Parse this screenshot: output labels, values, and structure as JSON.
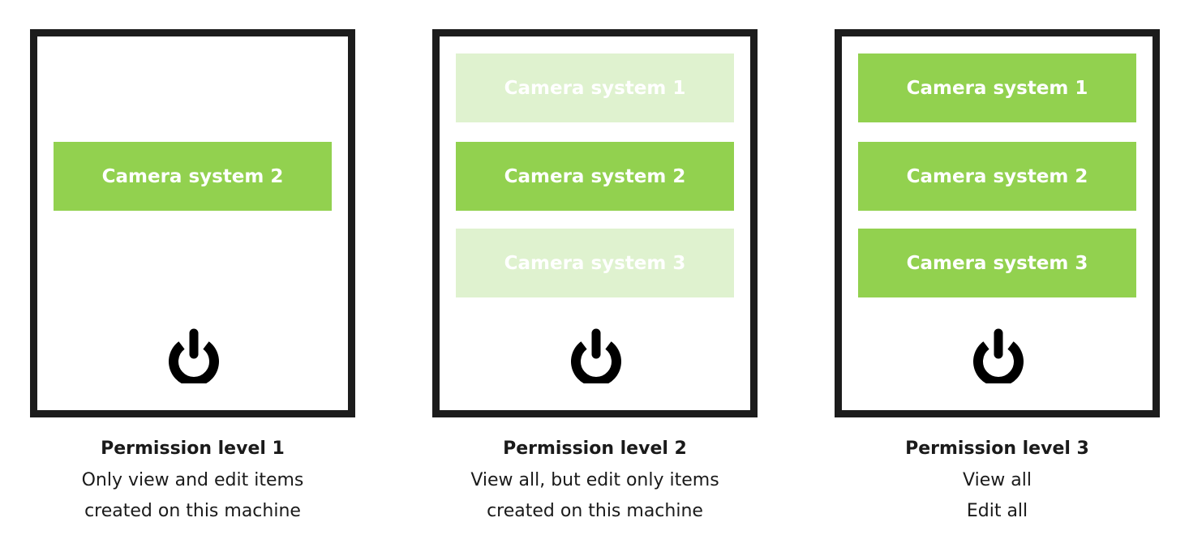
{
  "colors": {
    "active": "#92d14f",
    "inactive": "#dff2cf",
    "border": "#1c1c1c"
  },
  "panels": [
    {
      "items": [
        {
          "label": "Camera system 2",
          "state": "active",
          "slot": 2
        }
      ],
      "icon": "power-icon",
      "title": "Permission level 1",
      "lines": [
        "Only view and edit items",
        "created on this machine"
      ]
    },
    {
      "items": [
        {
          "label": "Camera system 1",
          "state": "inactive",
          "slot": 1
        },
        {
          "label": "Camera system 2",
          "state": "active",
          "slot": 2
        },
        {
          "label": "Camera system 3",
          "state": "inactive",
          "slot": 3
        }
      ],
      "icon": "power-icon",
      "title": "Permission level 2",
      "lines": [
        "View all, but edit only items",
        "created on this machine"
      ]
    },
    {
      "items": [
        {
          "label": "Camera system 1",
          "state": "active",
          "slot": 1
        },
        {
          "label": "Camera system 2",
          "state": "active",
          "slot": 2
        },
        {
          "label": "Camera system 3",
          "state": "active",
          "slot": 3
        }
      ],
      "icon": "power-icon",
      "title": "Permission level 3",
      "lines": [
        "View all",
        "Edit all"
      ]
    }
  ]
}
